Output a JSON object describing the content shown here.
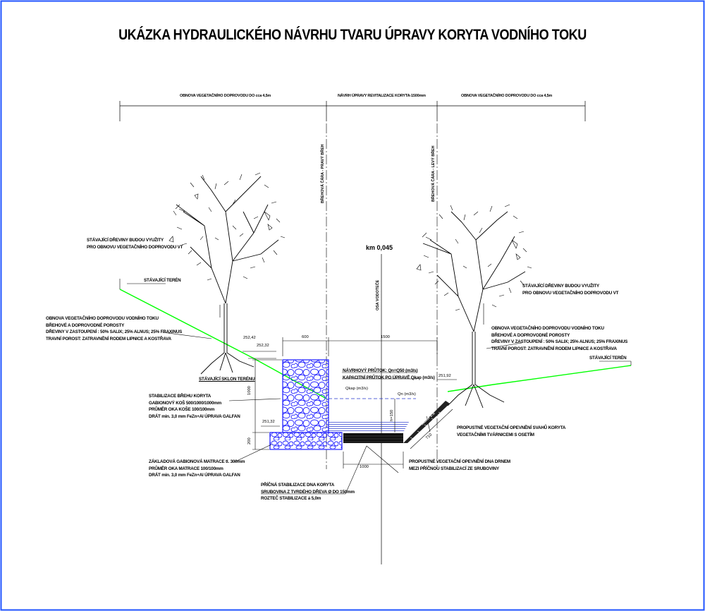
{
  "title": "UKÁZKA HYDRAULICKÉHO NÁVRHU TVARU ÚPRAVY KORYTA  VODNÍHO TOKU",
  "colors": {
    "terrain": "#00ff00",
    "water": "#0000cc",
    "frame": "#2255ff",
    "ink": "#000000"
  },
  "top_dims": {
    "left": "OBNOVA VEGETAČNÍHO DOPROVODU  DO cca 4,5m",
    "center": "NÁVRH ÚPRAVY  REVITALIZACE KORYTA-1500mm",
    "right": "OBNOVA VEGETAČNÍHO DOPROVODU  DO cca 4,5m"
  },
  "vertical_labels": {
    "right_bank": "BŘEHOVÁ ČÁRA - PRAVÝ BŘEH",
    "left_bank": "BŘEHOVÁ ČÁRA - LEVÝ BŘEH",
    "axis": "OSA VODOTEČE"
  },
  "km": "km 0,045",
  "tree_left_note": [
    "STÁVAJÍCÍ  DŘEVINY BUDOU VYUŽITY",
    "PRO OBNOVU VEGETAČNÍHO DOPROVODU VT"
  ],
  "tree_right_note": [
    "STÁVAJÍCÍ  DŘEVINY BUDOU VYUŽITY",
    "PRO OBNOVU VEGETAČNÍHO DOPROVODU VT"
  ],
  "terrain_left": "STÁVAJÍCÍ TERÉN",
  "terrain_right": "STÁVAJÍCÍ TERÉN",
  "veg_left": [
    "OBNOVA VEGETAČNÍHO DOPROVODU VODNÍHO TOKU",
    "BŘEHOVÉ A DOPROVODNÉ POROSTY",
    "DŘEVINY V ZASTOUPENÍ : 50% SALIX; 25% ALNUS; 25% FRAXINUS",
    "TRAVNÍ POROST: ZATRAVNĚNÍ RODEM LIPNICE A KOSTŘAVA"
  ],
  "veg_right": [
    "OBNOVA VEGETAČNÍHO DOPROVODU VODNÍHO TOKU",
    "BŘEHOVÉ A DOPROVODNÉ POROSTY",
    "DŘEVINY V ZASTOUPENÍ : 50% SALIX; 25% ALNUS; 25% FRAXINUS",
    "TRAVNÍ POROST: ZATRAVNĚNÍ RODEM LIPNICE A KOSTŘAVA"
  ],
  "slope_label": "STÁVAJÍCÍ  SKLON TERÉNU",
  "gabion": [
    "STABILIZACE BŘEHU KORYTA",
    "GABIONOVÝ  KOŠ  500/1000/1000mm",
    "PRŮMĚR OKA KOŠE  100/100mm",
    "DRÁT  min. 3,0 mm  FeZn+Al ÚPRAVA GALFAN"
  ],
  "mattress": [
    "ZÁKLADOVÁ GABIONOVÁ MATRACE tl. 300mm",
    "PRŮMĚR OKA MATRACE  100/100mm",
    "DRÁT  min. 3,0 mm  FeZn+Al ÚPRAVA GALFAN"
  ],
  "bottom_stab": [
    "PŘÍČNÁ STABILIZACE DNA KORYTA",
    "SRUBOVINA Z TVRDÉHO DŘEVA Ø DO 150mm",
    "ROZTEČ STABILIZACE  á 5,0m"
  ],
  "flow": [
    "NÁVRHOVÝ PRŮTOK: Qn=Q50 (m3/s)",
    "KAPACITNÍ PRŮTOK PO ÚPRAVĚ  Qkap (m3/s)"
  ],
  "slope_rev": [
    "PROPUSTNÉ VEGETAČNÍ OPEVNĚNÍ SVAHŮ KORYTA",
    "VEGETAČNÍMI  TVÁRNICEMI  S OSETÍM"
  ],
  "bottom_rev": [
    "PROPUSTNÉ VEGETAČNÍ OPEVNĚNÍ DNA DRNEM",
    "MEZI  PŘÍČNOU STABILIZACÍ ZE SRUBOVINY"
  ],
  "dims": {
    "d600": "600",
    "d1500": "1500",
    "d1000": "1000",
    "d200": "200",
    "d1000b": "1000",
    "d150": "h=150",
    "d710": "710",
    "qkap": "Qkap (m3/s)",
    "qn": "Qn (m3/s)",
    "sklon": "sklon 1:2",
    "e1": "252,42",
    "e2": "252,32",
    "e3": "251,32",
    "e4": "251,92"
  }
}
